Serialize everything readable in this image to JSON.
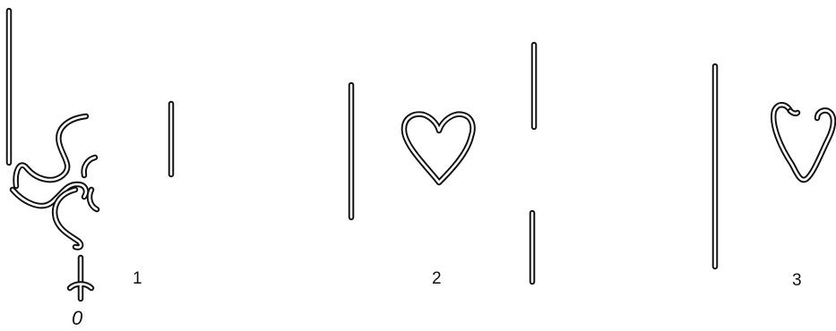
{
  "labels": {
    "fig1": "1",
    "fig2": "2",
    "fig3": "3",
    "zero": "0"
  }
}
